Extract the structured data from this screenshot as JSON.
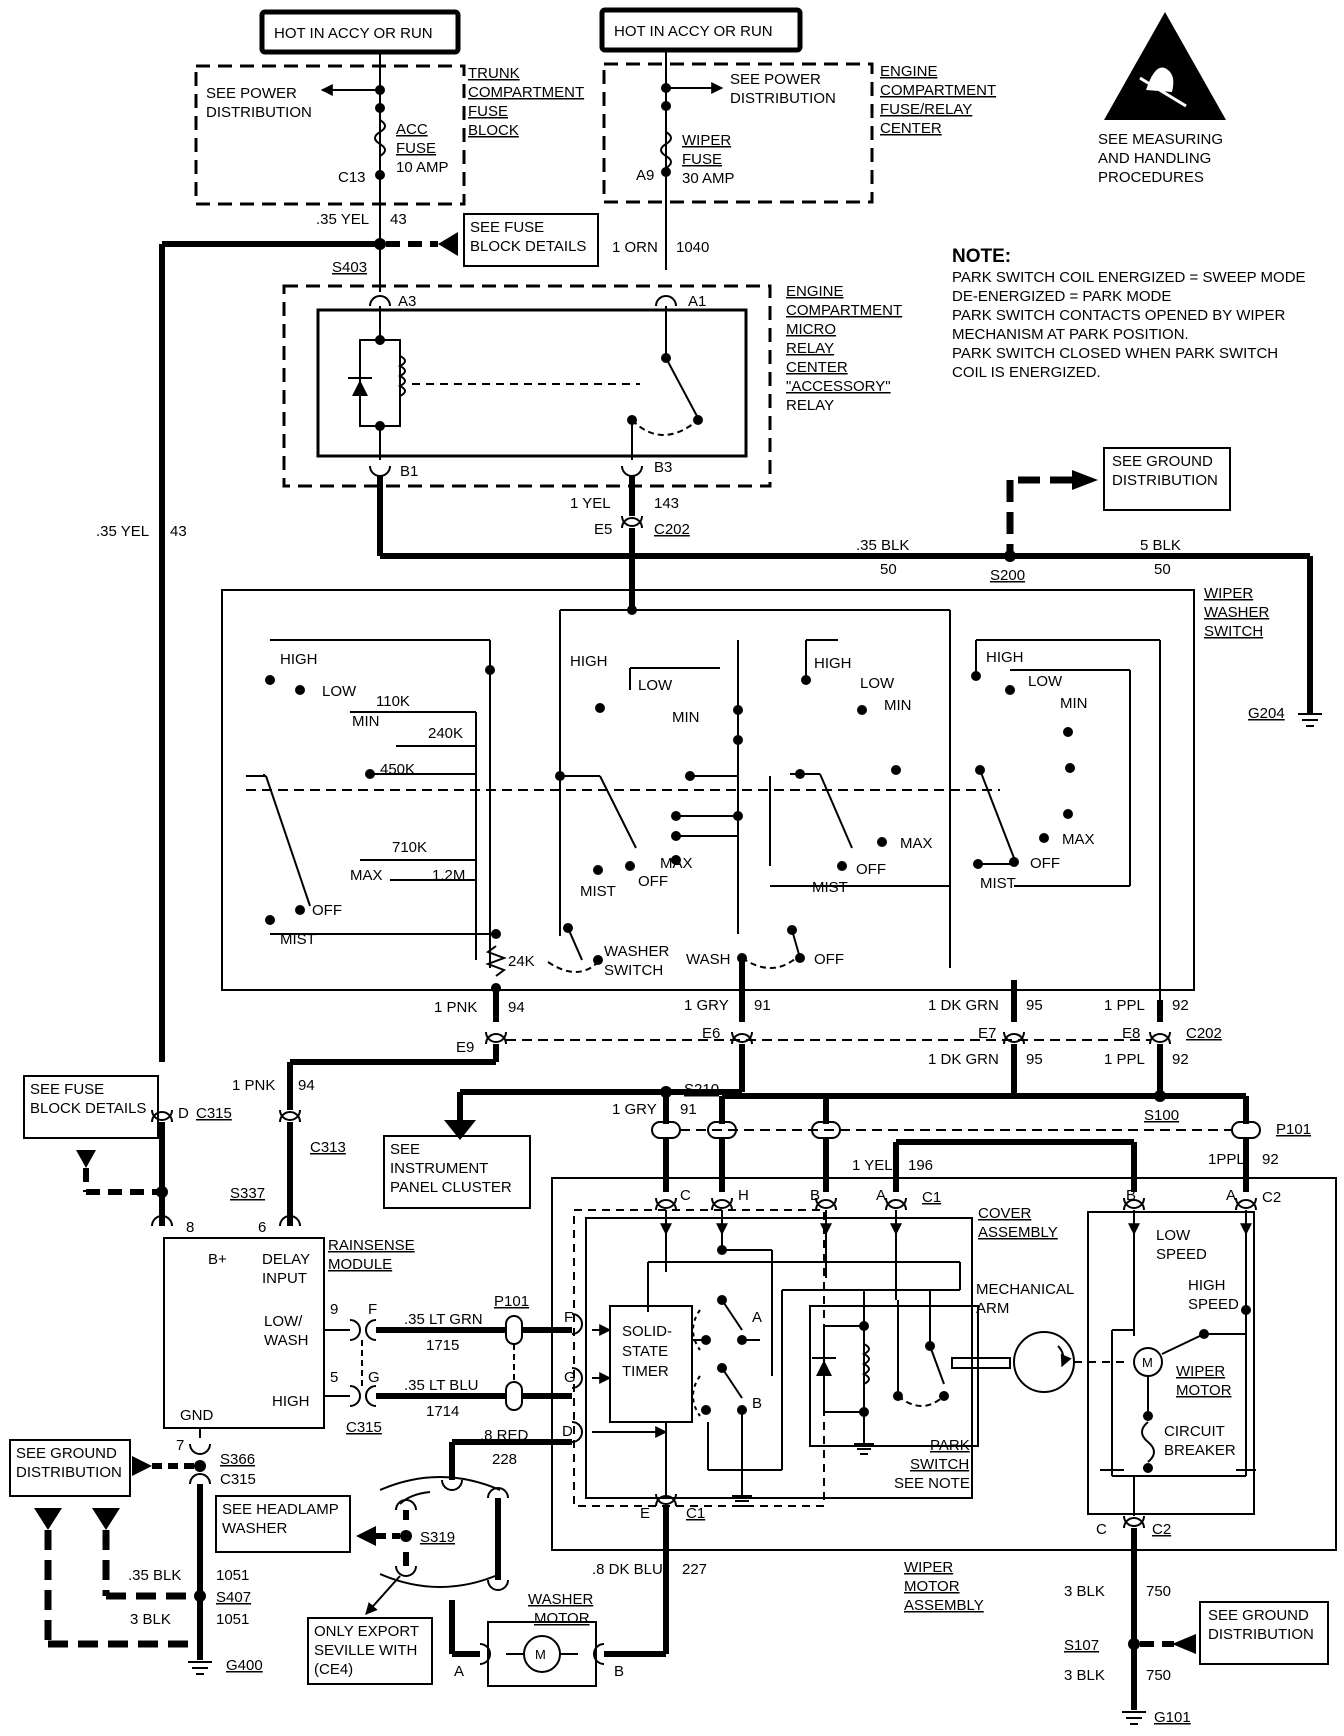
{
  "hot1": "HOT IN ACCY OR RUN",
  "hot2": "HOT IN ACCY OR RUN",
  "see_power_1": [
    "SEE POWER",
    "DISTRIBUTION"
  ],
  "see_power_2": [
    "SEE POWER",
    "DISTRIBUTION"
  ],
  "trunk_fuse_block": [
    "TRUNK",
    "COMPARTMENT",
    "FUSE",
    "BLOCK"
  ],
  "engine_fuse_relay": [
    "ENGINE",
    "COMPARTMENT",
    "FUSE/RELAY",
    "CENTER"
  ],
  "acc_fuse": [
    "ACC",
    "FUSE",
    "10 AMP"
  ],
  "wiper_fuse": [
    "WIPER",
    "FUSE",
    "30 AMP"
  ],
  "c13": "C13",
  "a9": "A9",
  "w_35yel": ".35 YEL",
  "c43": "43",
  "see_fuse_details": [
    "SEE FUSE",
    "BLOCK DETAILS"
  ],
  "w_1orn": "1 ORN",
  "c1040": "1040",
  "s403": "S403",
  "a3": "A3",
  "a1": "A1",
  "micro_relay": [
    "ENGINE",
    "COMPARTMENT",
    "MICRO",
    "RELAY",
    "CENTER",
    "\"ACCESSORY\"",
    "RELAY"
  ],
  "esd_text": [
    "SEE MEASURING",
    "AND HANDLING",
    "PROCEDURES"
  ],
  "note_title": "NOTE:",
  "note_lines": [
    "PARK SWITCH COIL ENERGIZED = SWEEP MODE",
    "DE-ENERGIZED = PARK MODE",
    "PARK SWITCH CONTACTS OPENED BY WIPER",
    "MECHANISM AT PARK POSITION.",
    "PARK SWITCH CLOSED WHEN PARK SWITCH",
    "COIL IS ENERGIZED."
  ],
  "b1": "B1",
  "b3": "B3",
  "w_1yel": "1 YEL",
  "c143": "143",
  "e5": "E5",
  "c202": "C202",
  "see_ground_1": [
    "SEE GROUND",
    "DISTRIBUTION"
  ],
  "w_35blk": ".35 BLK",
  "c50": "50",
  "w_5blk": "5 BLK",
  "c50b": "50",
  "s200": "S200",
  "wiper_washer_switch": [
    "WIPER",
    "WASHER",
    "SWITCH"
  ],
  "g204": "G204",
  "left_yel": ".35 YEL",
  "left_43": "43",
  "sw": {
    "high": "HIGH",
    "low": "LOW",
    "min": "MIN",
    "max": "MAX",
    "off": "OFF",
    "mist": "MIST",
    "r110k": "110K",
    "r240k": "240K",
    "r450k": "450K",
    "r710k": "710K",
    "r12m": "1.2M",
    "r24k": "24K",
    "washer_switch": [
      "WASHER",
      "SWITCH"
    ],
    "wash": "WASH"
  },
  "c_1pnk": "1 PNK",
  "c94": "94",
  "c_1gry": "1 GRY",
  "c91": "91",
  "c_1dkgrn": "1 DK GRN",
  "c95": "95",
  "c_1ppl": "1 PPL",
  "c92": "92",
  "e9": "E9",
  "e6": "E6",
  "e7": "E7",
  "e8": "E8",
  "c202b": "C202",
  "w2_1dkgrn": "1 DK GRN",
  "w2_95": "95",
  "w2_1ppl": "1 PPL",
  "w2_92": "92",
  "s210": "S210",
  "s100": "S100",
  "w_1gry": "1 GRY",
  "w_91": "91",
  "see_fuse_2": [
    "SEE FUSE",
    "BLOCK DETAILS"
  ],
  "d": "D",
  "c315": "C315",
  "pnk2": "1 PNK",
  "c94b": "94",
  "c313": "C313",
  "see_ipc": [
    "SEE",
    "INSTRUMENT",
    "PANEL CLUSTER"
  ],
  "s337": "S337",
  "p101": "P101",
  "yel196": "1 YEL",
  "c196": "196",
  "ppl92": "1PPL",
  "c92b": "92",
  "pin_c": "C",
  "pin_h": "H",
  "pin_b": "B",
  "pin_a": "A",
  "c1": "C1",
  "pin_b2": "B",
  "pin_a2": "A",
  "c2": "C2",
  "cover_assembly": [
    "COVER",
    "ASSEMBLY"
  ],
  "mech_arm": [
    "MECHANICAL",
    "ARM"
  ],
  "low_speed": [
    "LOW",
    "SPEED"
  ],
  "high_speed": [
    "HIGH",
    "SPEED"
  ],
  "wiper_motor": [
    "WIPER",
    "MOTOR"
  ],
  "circuit_breaker": [
    "CIRCUIT",
    "BREAKER"
  ],
  "pin8": "8",
  "pin6": "6",
  "rainsense": [
    "RAINSENSE",
    "MODULE"
  ],
  "bplus": "B+",
  "delay_input": [
    "DELAY",
    "INPUT"
  ],
  "low_wash": [
    "LOW/",
    "WASH"
  ],
  "high_lbl": "HIGH",
  "gnd": "GND",
  "pin9": "9",
  "pin5": "5",
  "pin_f": "F",
  "pin_g": "G",
  "c315b": "C315",
  "ltgrn": ".35 LT GRN",
  "c1715": "1715",
  "ltblu": ".35 LT BLU",
  "c1714": "1714",
  "p101b": "P101",
  "pin_f2": "F",
  "pin_g2": "G",
  "pin_d": "D",
  "timer": [
    "SOLID-",
    "STATE",
    "TIMER"
  ],
  "rel_a": "A",
  "rel_b": "B",
  "red228": ".8 RED",
  "c228": "228",
  "park_switch": [
    "PARK",
    "SWITCH",
    "SEE NOTE"
  ],
  "pin7": "7",
  "s366": "S366",
  "c315c": "C315",
  "see_ground_2": [
    "SEE GROUND",
    "DISTRIBUTION"
  ],
  "see_headlamp": [
    "SEE HEADLAMP",
    "WASHER"
  ],
  "s319": "S319",
  "pin_e": "E",
  "c1b": "C1",
  "dkblu": ".8 DK BLU",
  "c227": "227",
  "motor_assembly": [
    "WIPER",
    "MOTOR",
    "ASSEMBLY"
  ],
  "pin_c3": "C",
  "c2b": "C2",
  "c1051": "1051",
  "blk35": ".35 BLK",
  "s407": "S407",
  "blk3": "3 BLK",
  "c1051b": "1051",
  "g400": "G400",
  "washer_motor": [
    "WASHER",
    "MOTOR"
  ],
  "export_note": [
    "ONLY EXPORT",
    "SEVILLE WITH",
    "(CE4)"
  ],
  "wm_a": "A",
  "wm_b": "B",
  "blk3b": "3 BLK",
  "c750": "750",
  "s107": "S107",
  "see_ground_3": [
    "SEE GROUND",
    "DISTRIBUTION"
  ],
  "blk3c": "3 BLK",
  "c750b": "750",
  "g101": "G101"
}
